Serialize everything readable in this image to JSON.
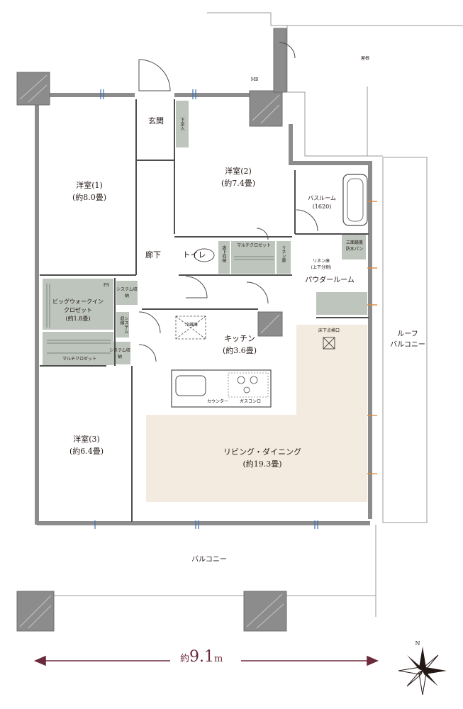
{
  "colors": {
    "wall": "#8c8c8c",
    "wall_dark": "#6d6d6d",
    "closet_fill": "#bdc5bc",
    "ldk_fill": "#f3ebdf",
    "line": "#4d4d4d",
    "dimension": "#6b2b3c"
  },
  "rooms": {
    "bedroom1": {
      "name": "洋室(1)",
      "size": "(約8.0畳)"
    },
    "bedroom2": {
      "name": "洋室(2)",
      "size": "(約7.4畳)"
    },
    "bedroom3": {
      "name": "洋室(3)",
      "size": "(約6.4畳)"
    },
    "entrance": {
      "name": "玄関"
    },
    "hallway": {
      "name": "廊下"
    },
    "toilet": {
      "name": "トイレ"
    },
    "kitchen": {
      "name": "キッチン",
      "size": "(約3.6畳)"
    },
    "living": {
      "name": "リビング・ダイニング",
      "size": "(約19.3畳)"
    },
    "bath": {
      "name": "バスルーム",
      "size": "(1620)"
    },
    "powder": {
      "name": "パウダールーム"
    },
    "wic": {
      "name": "ビッグウォークイン",
      "name2": "クロゼット",
      "size": "(約1.8畳)"
    },
    "roof_balcony": {
      "name": "ルーフ",
      "name2": "バルコニー"
    },
    "balcony": {
      "name": "バルコニー"
    }
  },
  "fixtures": {
    "mb": "MB",
    "ps": "PS",
    "roof": "屋根",
    "multi_closet_1": "マルチクロゼット",
    "multi_closet_2": "マルチクロゼット",
    "system_storage_1": "システム収納",
    "system_storage_2": "システム収納",
    "system_storage_3": "システム収納",
    "linen": "リネン庫",
    "linen_2": "リネン庫",
    "linen_2_sub": "(上下分割)",
    "counter": "カウンター",
    "shoe_cabinet": "下足入",
    "washer": "三面鏡裏",
    "washer_2": "防水パン",
    "floor_storage": "床下収納",
    "stove_label": "ガスコンロ",
    "fridge_label": "冷蔵庫",
    "floor_hatch": "床下点検口"
  },
  "dimension": {
    "prefix": "約",
    "value": "9.1",
    "unit": "m"
  },
  "compass": {
    "north": "N"
  }
}
